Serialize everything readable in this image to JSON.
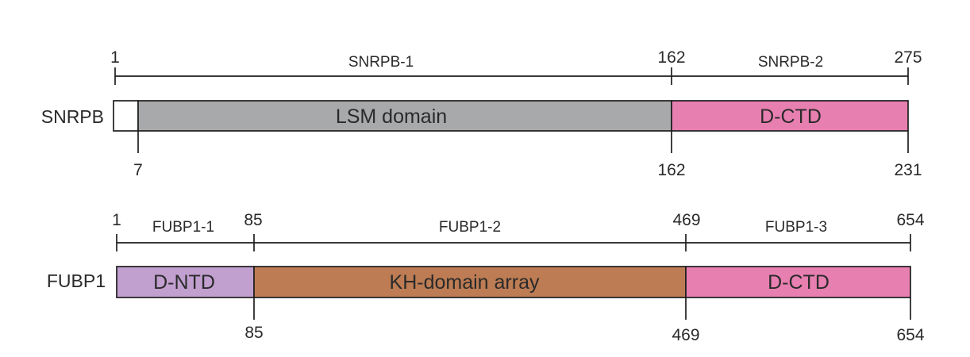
{
  "proteins": [
    {
      "name": "SNRPB",
      "top_positions": [
        "1",
        "162",
        "275"
      ],
      "segments": [
        {
          "label": "SNRPB-1",
          "start": 1,
          "end": 162
        },
        {
          "label": "SNRPB-2",
          "start": 162,
          "end": 275
        }
      ],
      "domains": [
        {
          "label": "",
          "color": "#ffffff",
          "start": 0,
          "end": 7
        },
        {
          "label": "LSM domain",
          "color": "#a8a9ab",
          "start": 7,
          "end": 162
        },
        {
          "label": "D-CTD",
          "color": "#e77fb0",
          "start": 162,
          "end": 231
        }
      ],
      "bottom_positions": [
        "7",
        "162",
        "231"
      ]
    },
    {
      "name": "FUBP1",
      "top_positions": [
        "1",
        "85",
        "469",
        "654"
      ],
      "segments": [
        {
          "label": "FUBP1-1",
          "start": 1,
          "end": 85
        },
        {
          "label": "FUBP1-2",
          "start": 85,
          "end": 469
        },
        {
          "label": "FUBP1-3",
          "start": 469,
          "end": 654
        }
      ],
      "domains": [
        {
          "label": "D-NTD",
          "color": "#c19fcf",
          "start": 0,
          "end": 85
        },
        {
          "label": "KH-domain array",
          "color": "#bd7c53",
          "start": 85,
          "end": 469
        },
        {
          "label": "D-CTD",
          "color": "#e77fb0",
          "start": 469,
          "end": 654
        }
      ],
      "bottom_positions": [
        "85",
        "469",
        "654"
      ]
    }
  ]
}
